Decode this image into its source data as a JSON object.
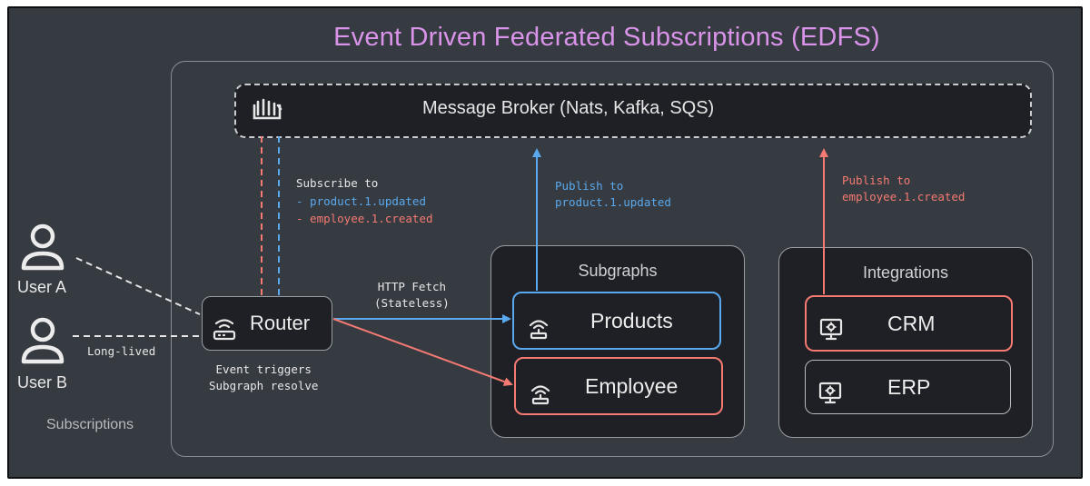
{
  "title": "Event Driven Federated Subscriptions (EDFS)",
  "broker": {
    "label": "Message Broker (Nats, Kafka, SQS)",
    "icon": "broker-icon"
  },
  "users": [
    {
      "label": "User A",
      "icon": "user-icon"
    },
    {
      "label": "User B",
      "icon": "user-icon"
    }
  ],
  "subscriptions_label": "Subscriptions",
  "router": {
    "label": "Router",
    "icon": "router-icon",
    "caption": "Event triggers\nSubgraph resolve"
  },
  "long_lived_label": "Long-lived",
  "subscribe": {
    "heading": "Subscribe to",
    "items": [
      "- product.1.updated",
      "- employee.1.created"
    ]
  },
  "http_fetch_label": "HTTP Fetch\n(Stateless)",
  "publish_products": "Publish to\nproduct.1.updated",
  "publish_employee": "Publish to\nemployee.1.created",
  "subgraphs": {
    "title": "Subgraphs",
    "items": [
      {
        "label": "Products",
        "icon": "subgraph-icon"
      },
      {
        "label": "Employee",
        "icon": "subgraph-icon"
      }
    ]
  },
  "integrations": {
    "title": "Integrations",
    "items": [
      {
        "label": "CRM",
        "icon": "monitor-gear-icon"
      },
      {
        "label": "ERP",
        "icon": "monitor-gear-icon"
      }
    ]
  },
  "colors": {
    "blue": "#5aa9ee",
    "red": "#f47a72",
    "title": "#d994e9",
    "background": "#363a41"
  }
}
